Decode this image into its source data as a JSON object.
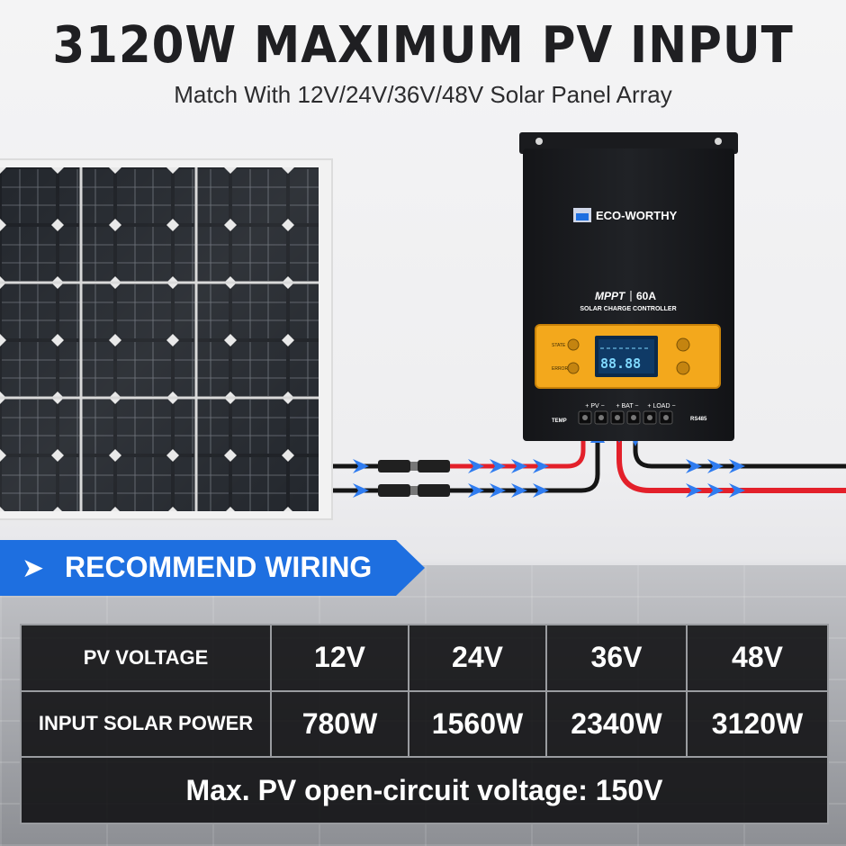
{
  "header": {
    "title": "3120W MAXIMUM PV INPUT",
    "subtitle": "Match With 12V/24V/36V/48V Solar Panel Array"
  },
  "controller": {
    "brand": "ECO-WORTHY",
    "model": "MPPT",
    "current": "60A",
    "product_type": "SOLAR CHARGE CONTROLLER",
    "display_reading": "88.88",
    "label_state": "STATE",
    "label_error": "ERROR",
    "label_pv": "+ PV −",
    "label_bat": "+ BAT −",
    "label_load": "+ LOAD −",
    "label_temp": "TEMP",
    "label_rs485": "RS485"
  },
  "banner": {
    "text": "RECOMMEND WIRING",
    "arrow_icon": "chevron-right-icon"
  },
  "table": {
    "row1_label": "PV VOLTAGE",
    "row2_label": "INPUT SOLAR POWER",
    "voltages": [
      "12V",
      "24V",
      "36V",
      "48V"
    ],
    "powers": [
      "780W",
      "1560W",
      "2340W",
      "3120W"
    ],
    "footer": "Max. PV open-circuit voltage: 150V"
  },
  "colors": {
    "banner_blue": "#1e6fe0",
    "wire_red": "#e3202a",
    "wire_black": "#151515",
    "arrow_blue": "#2f7cf0",
    "controller_panel_yellow": "#f3a81c"
  }
}
